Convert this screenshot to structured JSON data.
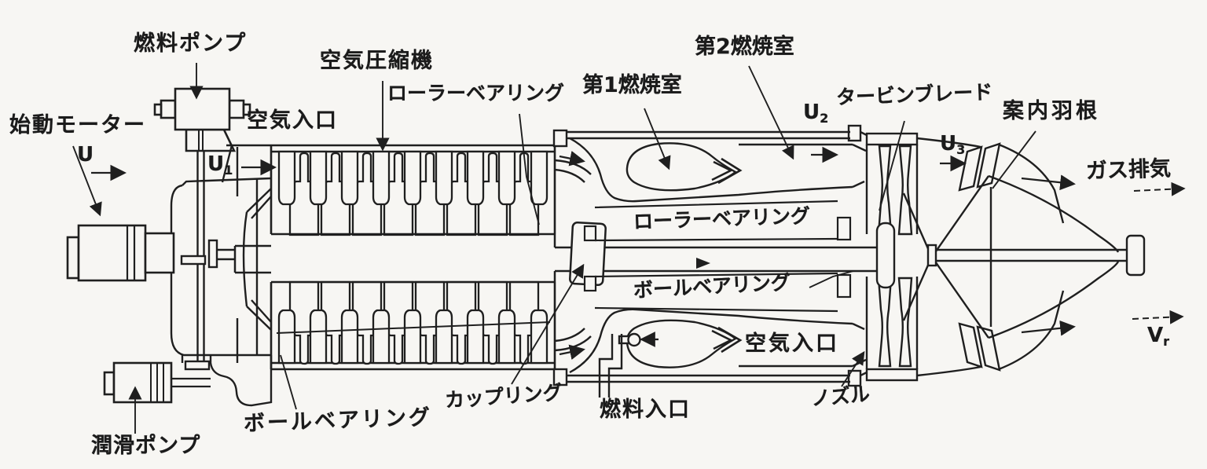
{
  "diagram": {
    "subject": "turbojet-engine-cutaway",
    "colors": {
      "ink": "#1f1f1f",
      "paper": "#f7f6f3"
    },
    "labels": {
      "fuel_pump": "燃料ポンプ",
      "starter_motor": "始動モーター",
      "air_inlet_top": "空気入口",
      "air_compressor": "空気圧縮機",
      "roller_bearing_top": "ローラーベアリング",
      "combustion_chamber_1": "第1燃焼室",
      "combustion_chamber_2": "第2燃焼室",
      "turbine_blade": "タービンブレード",
      "guide_vane": "案内羽根",
      "gas_exhaust": "ガス排気",
      "roller_bearing_mid": "ローラーベアリング",
      "ball_bearing_mid": "ボールベアリング",
      "air_inlet_bottom": "空気入口",
      "coupling": "カップリング",
      "fuel_inlet": "燃料入口",
      "nozzle": "ノズル",
      "ball_bearing_bottom": "ボールベアリング",
      "lubrication_pump": "潤滑ポンプ"
    },
    "velocity_symbols": {
      "u": {
        "base": "U",
        "sub": ""
      },
      "u1": {
        "base": "U",
        "sub": "1"
      },
      "u2": {
        "base": "U",
        "sub": "2"
      },
      "u3": {
        "base": "U",
        "sub": "3"
      },
      "vr": {
        "base": "V",
        "sub": "r"
      }
    }
  }
}
